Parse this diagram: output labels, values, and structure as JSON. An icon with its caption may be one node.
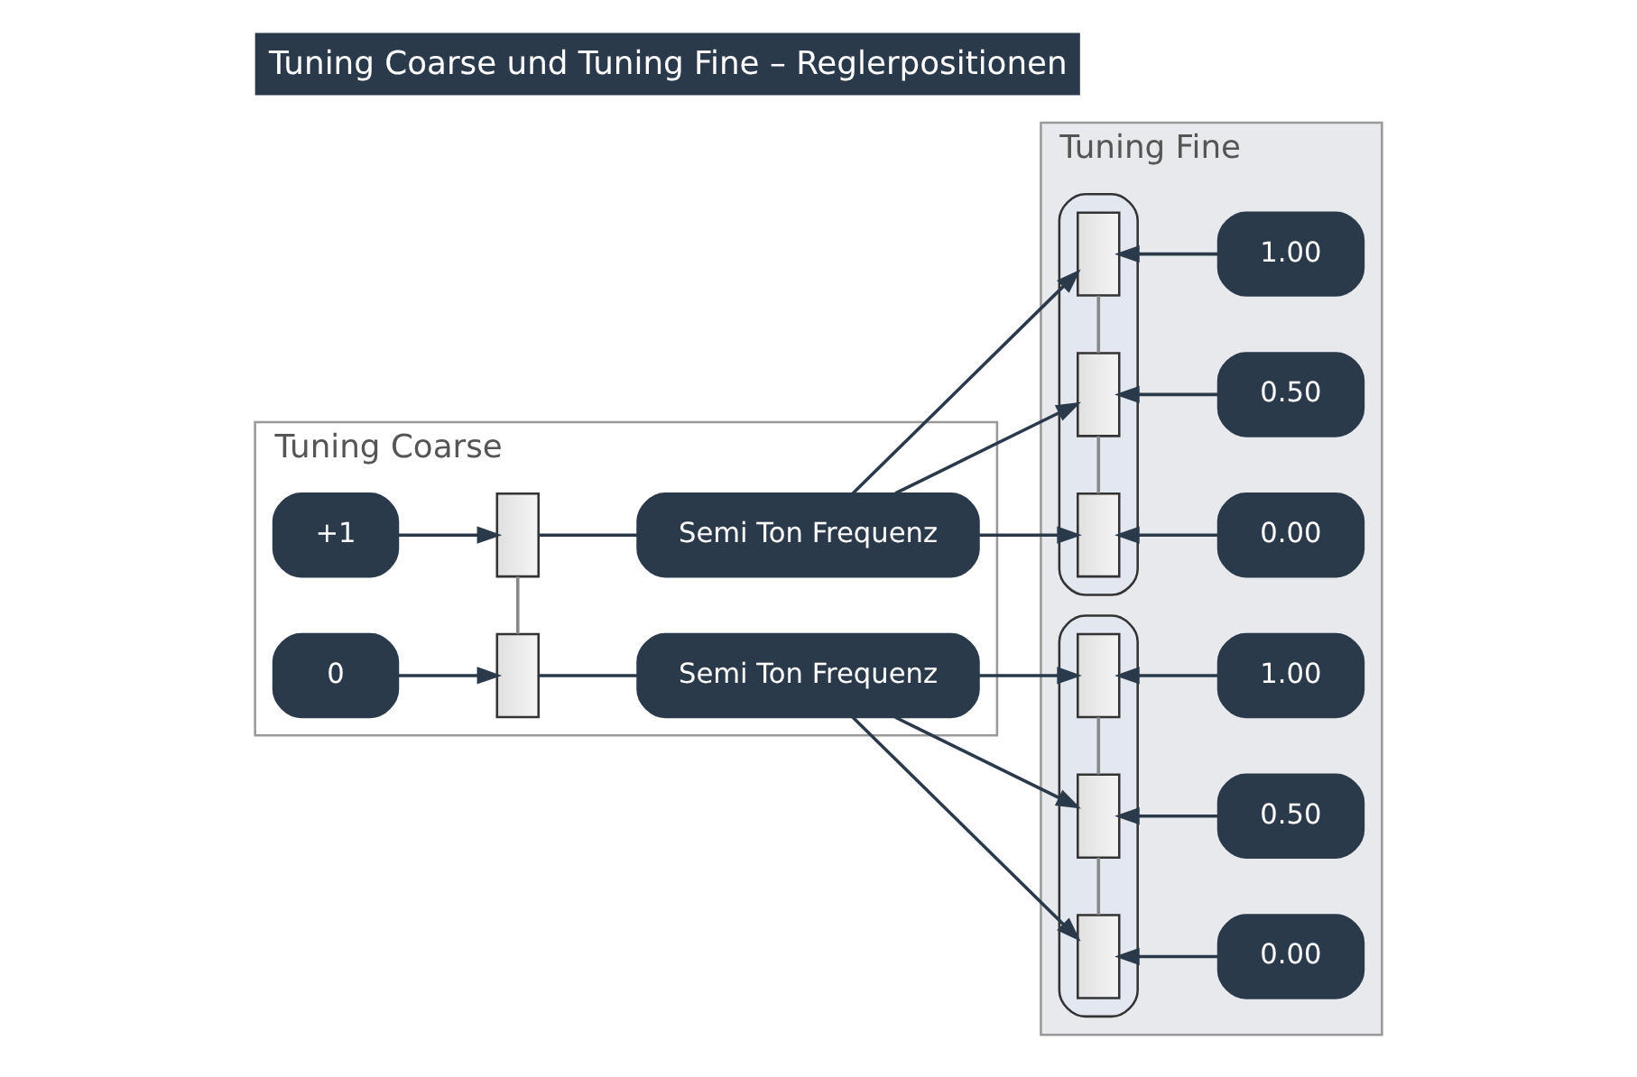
{
  "diagram": {
    "title": "Tuning Coarse und Tuning Fine – Reglerpositionen",
    "nodes": [
      {
        "text": [
          "Tuning Coarse"
        ]
      },
      {
        "text": [
          "Tuning Fine"
        ]
      },
      {
        "text": [
          "+1"
        ],
        "in": 0
      },
      {
        "text": [],
        "shape": "box",
        "in": 0
      },
      {
        "text": [
          "Semi Ton Frequenz"
        ],
        "in": 0
      },
      {
        "text": [
          "0"
        ],
        "in": 0
      },
      {
        "text": [],
        "shape": "box",
        "in": 0
      },
      {
        "text": [
          "Semi Ton Frequenz"
        ],
        "in": 0
      },
      {
        "text": [],
        "shape": "box",
        "in": 1
      },
      {
        "text": [],
        "shape": "box",
        "in": 8
      },
      {
        "text": [],
        "shape": "box",
        "in": 8
      },
      {
        "text": [],
        "shape": "box",
        "in": 8
      },
      {
        "text": [
          "1.00"
        ],
        "in": 1
      },
      {
        "text": [
          "0.50"
        ],
        "in": 1
      },
      {
        "text": [
          "0.00"
        ],
        "in": 1
      },
      {
        "text": [],
        "shape": "box",
        "in": 1
      },
      {
        "text": [],
        "shape": "box",
        "in": 15
      },
      {
        "text": [],
        "shape": "box",
        "in": 15
      },
      {
        "text": [],
        "shape": "box",
        "in": 15
      },
      {
        "text": [
          "1.00"
        ],
        "in": 1
      },
      {
        "text": [
          "0.50"
        ],
        "in": 1
      },
      {
        "text": [
          "0.00"
        ],
        "in": 1
      }
    ],
    "edges": [
      {
        "from": 2,
        "to": 3,
        "arrow": "to"
      },
      {
        "from": 3,
        "to": 4,
        "arrow": "none"
      },
      {
        "from": 3,
        "to": 6,
        "arrow": "none",
        "color": "#888888"
      },
      {
        "from": 5,
        "to": 6,
        "arrow": "to"
      },
      {
        "from": 6,
        "to": 7,
        "arrow": "none"
      },
      {
        "from": 4,
        "to": 9,
        "arrow": "to"
      },
      {
        "from": 4,
        "to": 10,
        "arrow": "to"
      },
      {
        "from": 4,
        "to": 11,
        "arrow": "to"
      },
      {
        "from": 9,
        "to": 10,
        "arrow": "none",
        "color": "#888888"
      },
      {
        "from": 10,
        "to": 11,
        "arrow": "none",
        "color": "#888888"
      },
      {
        "from": 12,
        "to": 9,
        "arrow": "to"
      },
      {
        "from": 13,
        "to": 10,
        "arrow": "to"
      },
      {
        "from": 14,
        "to": 11,
        "arrow": "to"
      },
      {
        "from": 7,
        "to": 16,
        "arrow": "to"
      },
      {
        "from": 7,
        "to": 17,
        "arrow": "to"
      },
      {
        "from": 7,
        "to": 18,
        "arrow": "to"
      },
      {
        "from": 16,
        "to": 17,
        "arrow": "none",
        "color": "#888888"
      },
      {
        "from": 17,
        "to": 18,
        "arrow": "none",
        "color": "#888888"
      },
      {
        "from": 19,
        "to": 16,
        "arrow": "to"
      },
      {
        "from": 20,
        "to": 17,
        "arrow": "to"
      },
      {
        "from": 21,
        "to": 18,
        "arrow": "to"
      }
    ]
  }
}
